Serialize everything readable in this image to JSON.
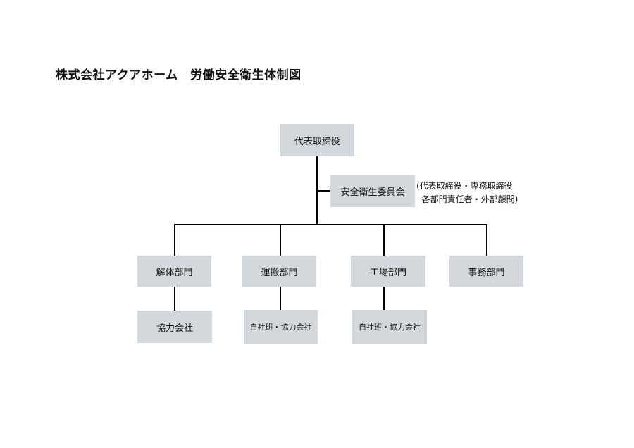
{
  "title": "株式会社アクアホーム　労働安全衛生体制図",
  "top": "代表取締役",
  "committee": {
    "label": "安全衛生委員会",
    "note_line1": "(代表取締役・専務取締役",
    "note_line2": "  各部門責任者・外部顧問)"
  },
  "departments": [
    {
      "label": "解体部門",
      "sub": "協力会社"
    },
    {
      "label": "運搬部門",
      "sub": "自社班・協力会社"
    },
    {
      "label": "工場部門",
      "sub": "自社班・協力会社"
    },
    {
      "label": "事務部門"
    }
  ]
}
